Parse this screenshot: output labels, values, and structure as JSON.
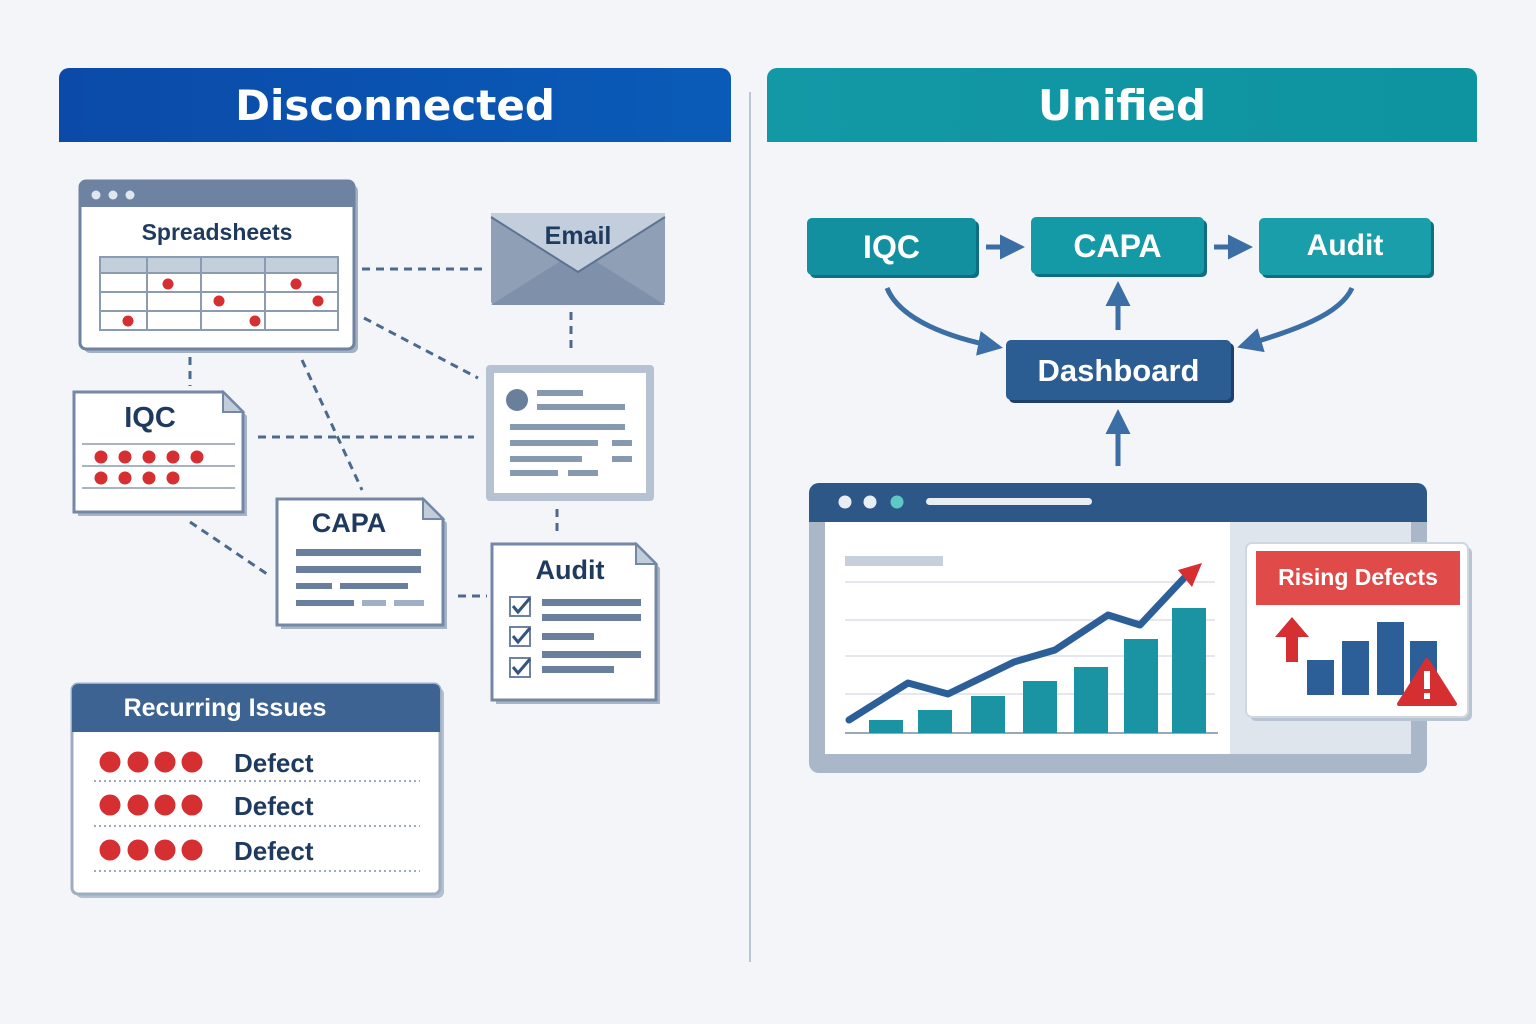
{
  "left_title": "Disconnected",
  "right_title": "Unified",
  "left": {
    "spreadsheets": "Spreadsheets",
    "email": "Email",
    "iqc": "IQC",
    "capa": "CAPA",
    "audit": "Audit",
    "recurring_title": "Recurring Issues",
    "recurring_rows": [
      "Defect",
      "Defect",
      "Defect"
    ]
  },
  "right": {
    "flow": [
      "IQC",
      "CAPA",
      "Audit"
    ],
    "dashboard": "Dashboard",
    "alert_title": "Rising Defects"
  },
  "colors": {
    "navy": "#0b4aa8",
    "teal": "#1398a6",
    "alert_red": "#e04a48",
    "dot_red": "#d62f32",
    "ink": "#1f3a5f"
  }
}
